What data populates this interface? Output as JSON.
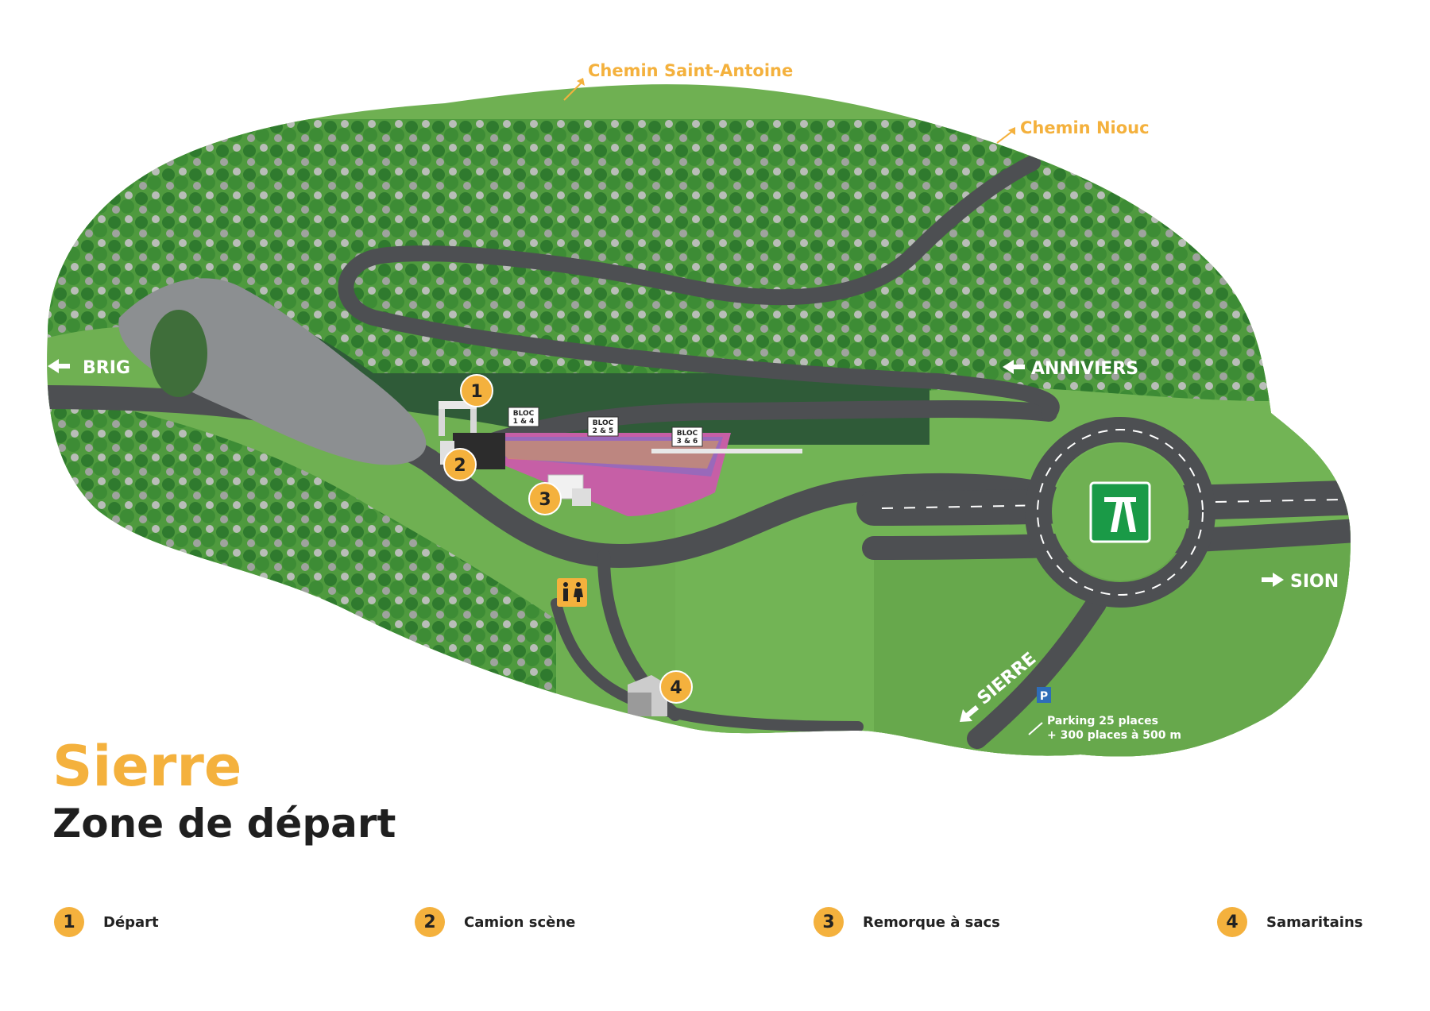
{
  "map": {
    "title": "Sierre",
    "subtitle": "Zone de départ",
    "paths": {
      "saint_antoine": "Chemin Saint-Antoine",
      "niouc": "Chemin Niouc"
    },
    "directions": {
      "brig": "BRIG",
      "anniviers": "ANNIVIERS",
      "sion": "SION",
      "sierre": "SIERRE"
    },
    "parking": {
      "icon_label": "P",
      "line1": "Parking 25 places",
      "line2": "+ 300 places à 500 m"
    },
    "blocs": [
      {
        "line1": "BLOC",
        "line2": "1 & 4"
      },
      {
        "line1": "BLOC",
        "line2": "2 & 5"
      },
      {
        "line1": "BLOC",
        "line2": "3 & 6"
      }
    ],
    "markers": [
      "1",
      "2",
      "3",
      "4"
    ],
    "colors": {
      "accent": "#f4b13d",
      "forest": "#3f8f3a",
      "grass": "#6fb052",
      "road": "#4d4f52",
      "motorway_sign": "#1a9a47"
    }
  },
  "legend": [
    {
      "number": "1",
      "label": "Départ"
    },
    {
      "number": "2",
      "label": "Camion scène"
    },
    {
      "number": "3",
      "label": "Remorque à sacs"
    },
    {
      "number": "4",
      "label": "Samaritains"
    }
  ]
}
